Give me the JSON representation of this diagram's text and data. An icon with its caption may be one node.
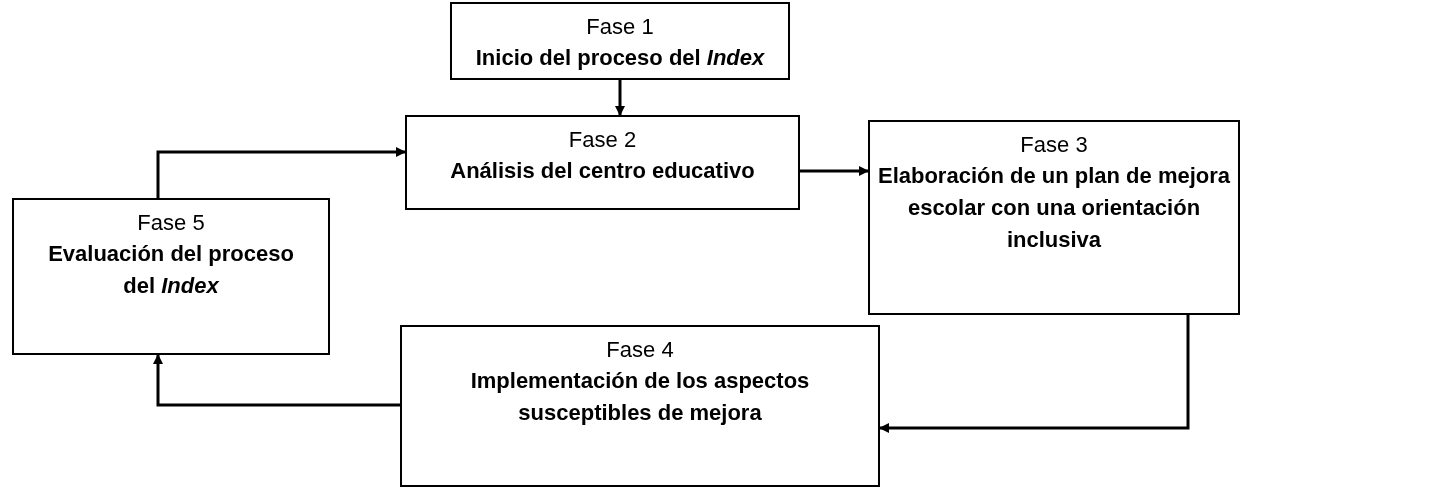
{
  "diagram": {
    "nodes": [
      {
        "text": [
          "Fase 1",
          "Inicio del proceso del *Index*"
        ]
      },
      {
        "text": [
          "Fase 2",
          "Análisis del centro educativo"
        ]
      },
      {
        "text": [
          "Fase 3",
          "Elaboración de un plan de mejora escolar con una orientación inclusiva"
        ]
      },
      {
        "text": [
          "Fase 4",
          "Implementación de los aspectos susceptibles de mejora"
        ]
      },
      {
        "text": [
          "Fase 5",
          "Evaluación del proceso del *Index*"
        ]
      }
    ],
    "edges": [
      {
        "from": 0,
        "to": 1,
        "arrow": "to"
      },
      {
        "from": 1,
        "to": 2,
        "arrow": "to"
      },
      {
        "from": 2,
        "to": 3,
        "arrow": "to"
      },
      {
        "from": 3,
        "to": 4,
        "arrow": "to"
      },
      {
        "from": 4,
        "to": 1,
        "arrow": "to"
      }
    ]
  }
}
